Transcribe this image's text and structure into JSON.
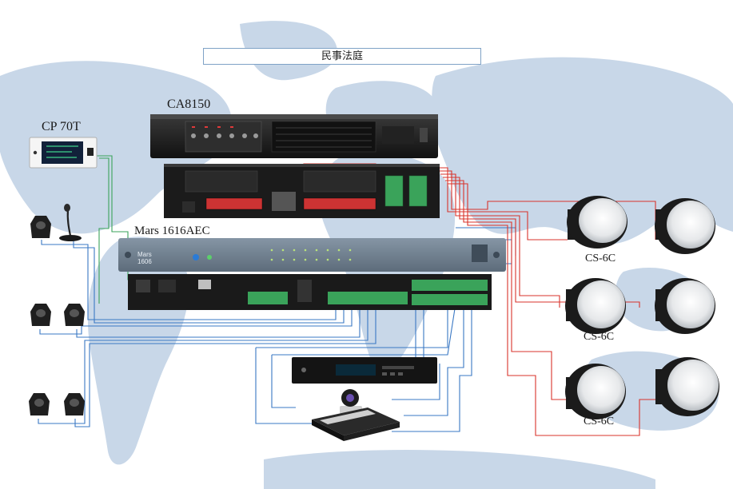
{
  "title": "民事法庭",
  "labels": {
    "touch_panel": "CP 70T",
    "amplifier": "CA8150",
    "processor": "Mars 1616AEC",
    "processor_faceplate": "Mars\n1606",
    "speaker_group_1": "CS-6C",
    "speaker_group_2": "CS-6C",
    "speaker_group_3": "CS-6C"
  },
  "colors": {
    "map": "#c8d7e8",
    "line_blue": "#3a78c4",
    "line_red": "#d9332b",
    "line_green": "#3aa35a",
    "device_dark": "#1c1c1c",
    "processor_face": "#6f7f8f"
  },
  "icons": {
    "microphones": "gooseneck-microphone-icon",
    "speakers": "ceiling-speaker-icon",
    "camera": "ptz-camera-icon"
  }
}
